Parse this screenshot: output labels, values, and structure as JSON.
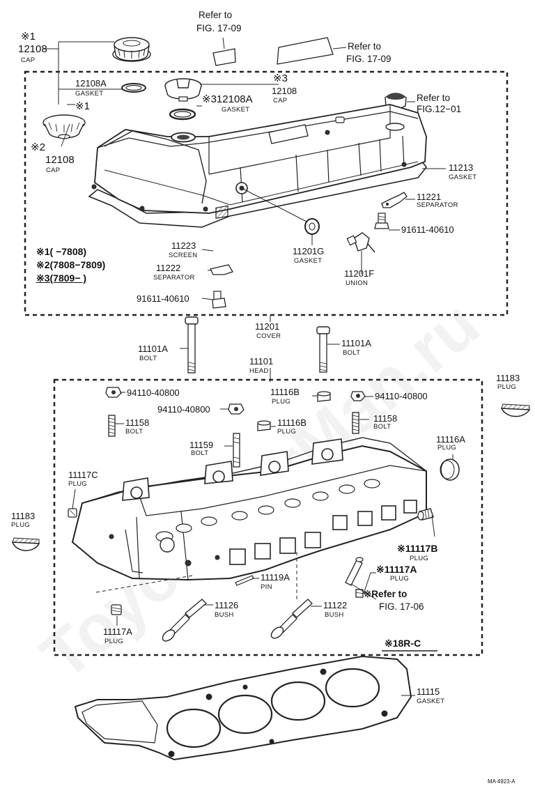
{
  "watermark": "ToyotaCarMan.ru",
  "drawing_number": "MA 4923-A",
  "legend": {
    "line1": "※1(      −7808)",
    "line2": "※2(7808−7809)",
    "line3": "※3(7809−        )"
  },
  "footnote_18rc": "※18R-C",
  "refs": {
    "fig_17_09_a": [
      "Refer to",
      "FIG. 17-09"
    ],
    "fig_17_09_b": [
      "Refer to",
      "FIG. 17-09"
    ],
    "fig_12_01": [
      "Refer to",
      "FIG.12−01"
    ],
    "fig_17_06": [
      "※Refer to",
      "FIG. 17-06"
    ]
  },
  "parts": {
    "cap_1": {
      "mark": "※1",
      "number": "12108",
      "name": "CAP"
    },
    "gasket_12108a_left": {
      "number": "12108A",
      "name": "GASKET"
    },
    "mark_1_small": "※1",
    "cap_2": {
      "mark": "※2",
      "number": "12108",
      "name": "CAP"
    },
    "cap_3": {
      "mark": "※3",
      "number": "12108",
      "name": "CAP"
    },
    "gasket_12108a_3": {
      "number": "※312108A",
      "name": "GASKET"
    },
    "gasket_11213": {
      "number": "11213",
      "name": "GASKET"
    },
    "separator_11221": {
      "number": "11221",
      "name": "SEPARATOR"
    },
    "bolt_91611_a": {
      "number": "91611-40610"
    },
    "screen_11223": {
      "number": "11223",
      "name": "SCREEN"
    },
    "separator_11222": {
      "number": "11222",
      "name": "SEPARATOR"
    },
    "bolt_91611_b": {
      "number": "91611-40610"
    },
    "gasket_11201g": {
      "number": "11201G",
      "name": "GASKET"
    },
    "union_11201f": {
      "number": "11201F",
      "name": "UNION"
    },
    "cover_11201": {
      "number": "11201",
      "name": "COVER"
    },
    "bolt_11101a_left": {
      "number": "11101A",
      "name": "BOLT"
    },
    "bolt_11101a_right": {
      "number": "11101A",
      "name": "BOLT"
    },
    "head_11101": {
      "number": "11101",
      "name": "HEAD"
    },
    "plug_11183_right": {
      "number": "11183",
      "name": "PLUG"
    },
    "nut_94110_a": {
      "number": "94110-40800"
    },
    "nut_94110_b": {
      "number": "94110-40800"
    },
    "nut_94110_c": {
      "number": "94110-40800"
    },
    "plug_11116b_a": {
      "number": "11116B",
      "name": "PLUG"
    },
    "plug_11116b_b": {
      "number": "11116B",
      "name": "PLUG"
    },
    "bolt_11158_left": {
      "number": "11158",
      "name": "BOLT"
    },
    "bolt_11158_right": {
      "number": "11158",
      "name": "BOLT"
    },
    "bolt_11159": {
      "number": "11159",
      "name": "BOLT"
    },
    "plug_11116a": {
      "number": "11116A",
      "name": "PLUG"
    },
    "plug_11117c": {
      "number": "11117C",
      "name": "PLUG"
    },
    "plug_11183_left": {
      "number": "11183",
      "name": "PLUG"
    },
    "plug_11117b": {
      "number": "※11117B",
      "name": "PLUG"
    },
    "plug_11117a_right": {
      "number": "※11117A",
      "name": "PLUG"
    },
    "pin_11119a": {
      "number": "11119A",
      "name": "PIN"
    },
    "bush_11126": {
      "number": "11126",
      "name": "BUSH"
    },
    "bush_11122": {
      "number": "11122",
      "name": "BUSH"
    },
    "plug_11117a_left": {
      "number": "11117A",
      "name": "PLUG"
    },
    "gasket_11115": {
      "number": "11115",
      "name": "GASKET"
    }
  }
}
